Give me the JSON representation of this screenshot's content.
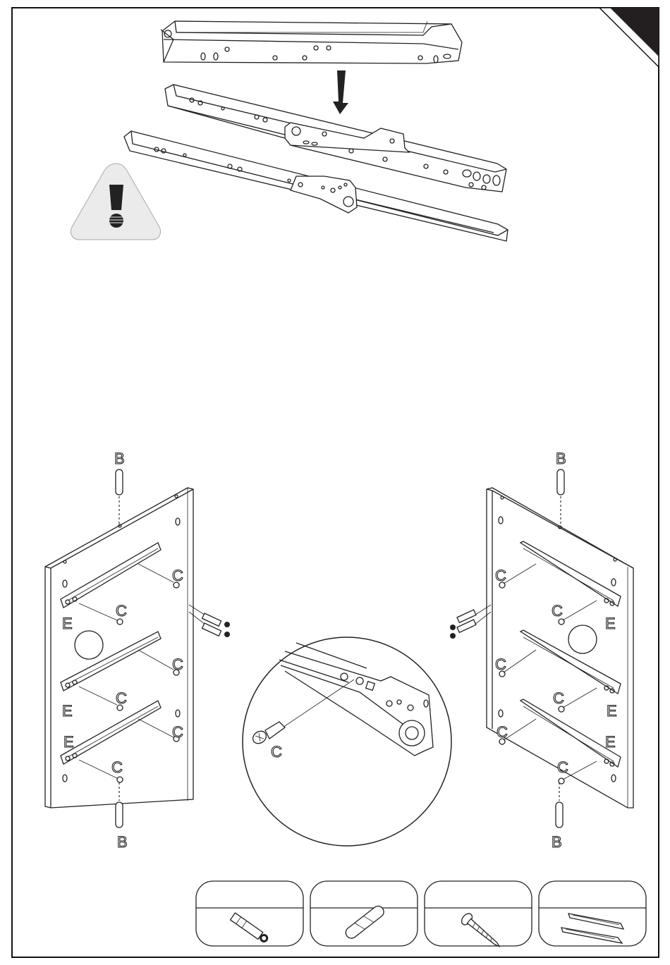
{
  "labels": {
    "dowel": "B",
    "screw": "C",
    "runner": "E"
  },
  "parts_legend": [
    {
      "icon": "cam-bolt-icon"
    },
    {
      "icon": "wooden-dowel-icon"
    },
    {
      "icon": "screw-icon"
    },
    {
      "icon": "drawer-runner-pair-icon"
    }
  ],
  "icons": {
    "warning": "exclamation-warning-icon",
    "corner": "page-corner-tab-icon"
  },
  "colors": {
    "line": "#222222",
    "fill": "#ffffff",
    "corner": "#231f20",
    "warning_bg": "#ebebeb"
  }
}
